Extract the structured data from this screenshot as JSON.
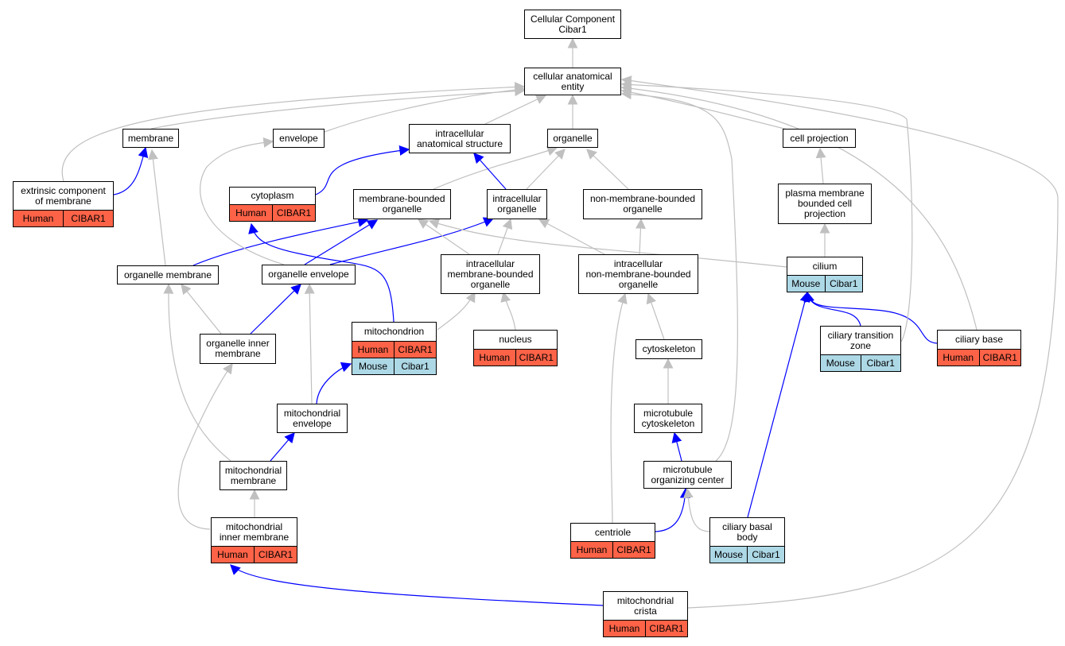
{
  "colors": {
    "is_a": "#c0c0c0",
    "part_of": "#0000ff",
    "Human": "#ff6347",
    "Mouse": "#add8e6"
  },
  "nodes": {
    "root": {
      "label": "Cellular Component\nCibar1"
    },
    "cae": {
      "label": "cellular anatomical\nentity"
    },
    "membrane": {
      "label": "membrane"
    },
    "envelope": {
      "label": "envelope"
    },
    "ias": {
      "label": "intracellular\nanatomical structure"
    },
    "organelle": {
      "label": "organelle"
    },
    "cellproj": {
      "label": "cell projection"
    },
    "extrinsic": {
      "label": "extrinsic component\nof membrane",
      "tags": [
        [
          "Human",
          "CIBAR1"
        ]
      ]
    },
    "cytoplasm": {
      "label": "cytoplasm",
      "tags": [
        [
          "Human",
          "CIBAR1"
        ]
      ]
    },
    "mbo": {
      "label": "membrane-bounded\norganelle"
    },
    "io": {
      "label": "intracellular\norganelle"
    },
    "nmbo": {
      "label": "non-membrane-bounded\norganelle"
    },
    "pmbcp": {
      "label": "plasma membrane\nbounded cell\nprojection"
    },
    "orgmem": {
      "label": "organelle membrane"
    },
    "orgenv": {
      "label": "organelle envelope"
    },
    "imbo": {
      "label": "intracellular\nmembrane-bounded\norganelle"
    },
    "inmbo": {
      "label": "intracellular\nnon-membrane-bounded\norganelle"
    },
    "cilium": {
      "label": "cilium",
      "tags": [
        [
          "Mouse",
          "Cibar1"
        ]
      ]
    },
    "oim": {
      "label": "organelle inner\nmembrane"
    },
    "mito": {
      "label": "mitochondrion",
      "tags": [
        [
          "Human",
          "CIBAR1"
        ],
        [
          "Mouse",
          "Cibar1"
        ]
      ]
    },
    "nucleus": {
      "label": "nucleus",
      "tags": [
        [
          "Human",
          "CIBAR1"
        ]
      ]
    },
    "cytoskel": {
      "label": "cytoskeleton"
    },
    "ctz": {
      "label": "ciliary transition\nzone",
      "tags": [
        [
          "Mouse",
          "Cibar1"
        ]
      ]
    },
    "cbase": {
      "label": "ciliary base",
      "tags": [
        [
          "Human",
          "CIBAR1"
        ]
      ]
    },
    "mitoenv": {
      "label": "mitochondrial\nenvelope"
    },
    "mtcyto": {
      "label": "microtubule\ncytoskeleton"
    },
    "mitomem": {
      "label": "mitochondrial\nmembrane"
    },
    "mtoc": {
      "label": "microtubule\norganizing center"
    },
    "mim": {
      "label": "mitochondrial\ninner membrane",
      "tags": [
        [
          "Human",
          "CIBAR1"
        ]
      ]
    },
    "centriole": {
      "label": "centriole",
      "tags": [
        [
          "Human",
          "CIBAR1"
        ]
      ]
    },
    "cbb": {
      "label": "ciliary basal\nbody",
      "tags": [
        [
          "Mouse",
          "Cibar1"
        ]
      ]
    },
    "crista": {
      "label": "mitochondrial\ncrista",
      "tags": [
        [
          "Human",
          "CIBAR1"
        ]
      ]
    }
  }
}
